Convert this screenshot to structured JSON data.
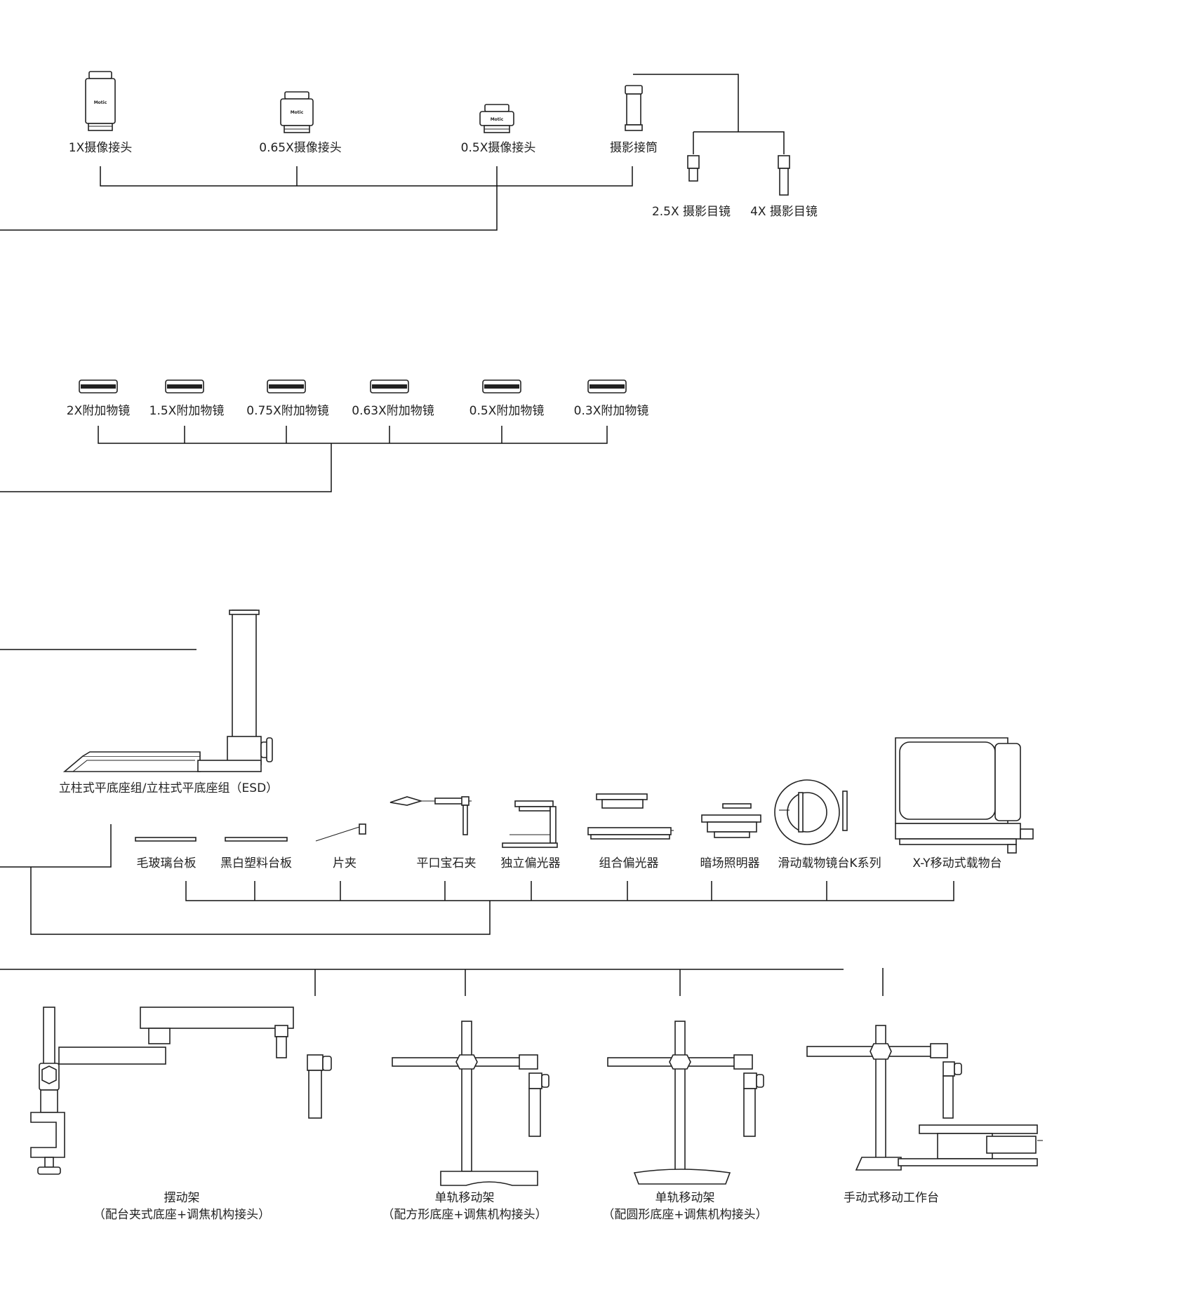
{
  "camera_adapters": [
    {
      "label": "1X摄像接头",
      "brand": "Motic"
    },
    {
      "label": "0.65X摄像接头",
      "brand": "Motic"
    },
    {
      "label": "0.5X摄像接头",
      "brand": "Motic"
    },
    {
      "label": "摄影接筒"
    }
  ],
  "photo_eyepieces": [
    {
      "label": "2.5X 摄影目镜"
    },
    {
      "label": "4X 摄影目镜"
    }
  ],
  "auxiliary_objectives": [
    {
      "label": "2X附加物镜"
    },
    {
      "label": "1.5X附加物镜"
    },
    {
      "label": "0.75X附加物镜"
    },
    {
      "label": "0.63X附加物镜"
    },
    {
      "label": "0.5X附加物镜"
    },
    {
      "label": "0.3X附加物镜"
    }
  ],
  "base_stand": {
    "label": "立柱式平底座组/立柱式平底座组（ESD）"
  },
  "stage_accessories": [
    {
      "label": "毛玻璃台板"
    },
    {
      "label": "黑白塑料台板"
    },
    {
      "label": "片夹"
    },
    {
      "label": "平口宝石夹"
    },
    {
      "label": "独立偏光器"
    },
    {
      "label": "组合偏光器"
    },
    {
      "label": "暗场照明器"
    },
    {
      "label": "滑动载物镜台K系列"
    },
    {
      "label": "X-Y移动式载物台"
    }
  ],
  "stands": [
    {
      "title": "摆动架",
      "subtitle": "（配台夹式底座+调焦机构接头）"
    },
    {
      "title": "单轨移动架",
      "subtitle": "（配方形底座+调焦机构接头）"
    },
    {
      "title": "单轨移动架",
      "subtitle": "（配圆形底座+调焦机构接头）"
    },
    {
      "title": "手动式移动工作台",
      "subtitle": ""
    }
  ]
}
